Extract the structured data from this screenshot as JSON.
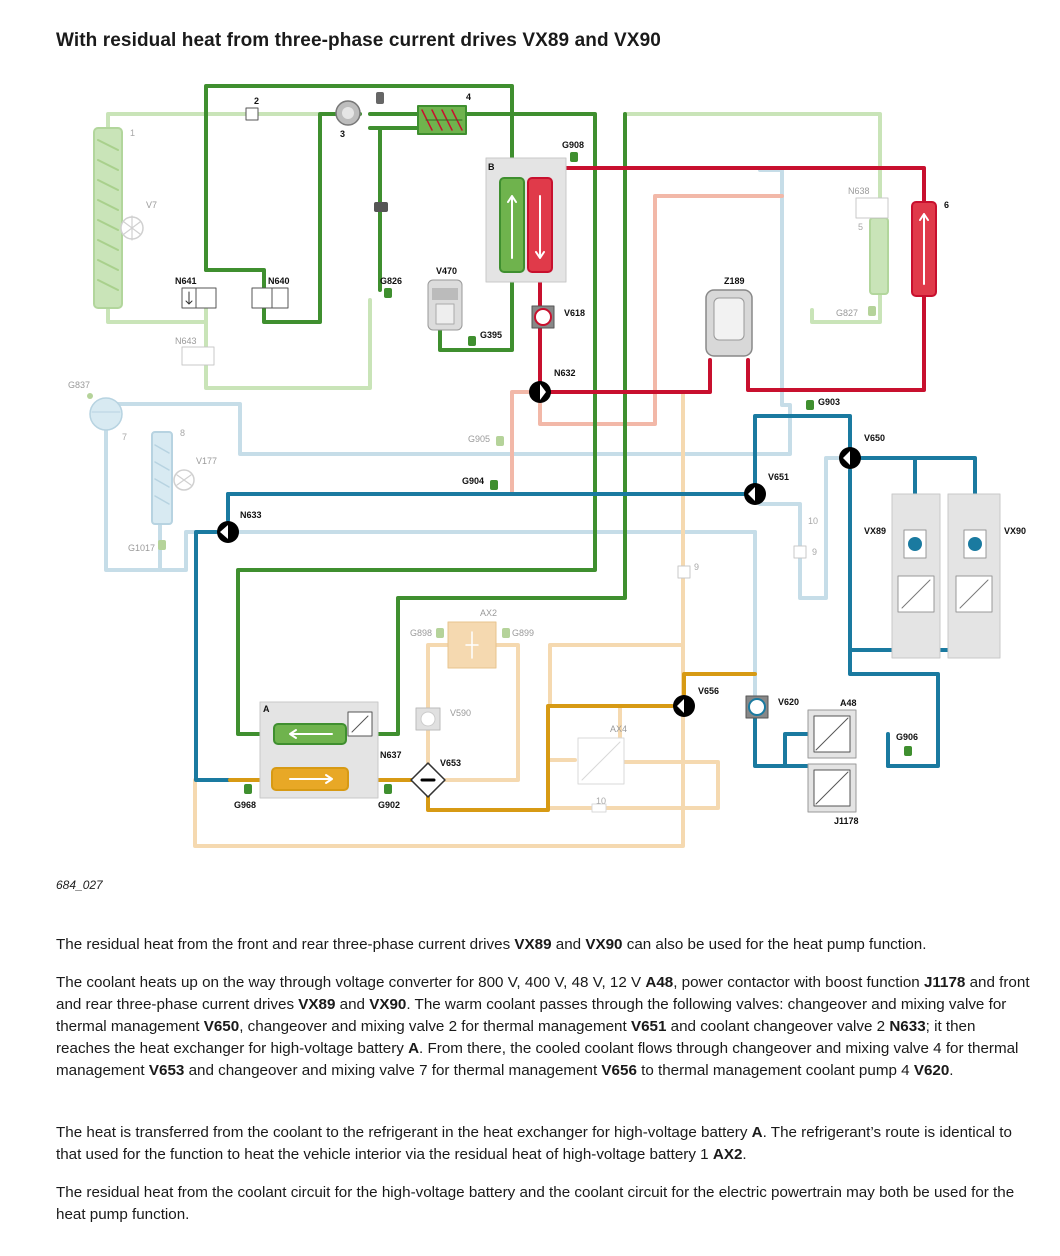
{
  "page": {
    "title": "With residual heat from three-phase current drives VX89 and VX90",
    "figure_ref": "684_027"
  },
  "diagram": {
    "labels": {
      "n1": "1",
      "n2": "2",
      "n3": "3",
      "n4": "4",
      "n5": "5",
      "n6": "6",
      "n7": "7",
      "n8": "8",
      "n9a": "9",
      "n9b": "9",
      "n10a": "10",
      "n10b": "10",
      "B": "B",
      "A": "A",
      "V7": "V7",
      "V177": "V177",
      "G837": "G837",
      "G1017": "G1017",
      "N641": "N641",
      "N640": "N640",
      "N643": "N643",
      "G826": "G826",
      "V470": "V470",
      "G395": "G395",
      "G908": "G908",
      "V618": "V618",
      "N632": "N632",
      "N638": "N638",
      "G827": "G827",
      "Z189": "Z189",
      "G903": "G903",
      "V650": "V650",
      "V651": "V651",
      "G905": "G905",
      "G904": "G904",
      "N633": "N633",
      "VX89": "VX89",
      "VX90": "VX90",
      "AX2": "AX2",
      "G898": "G898",
      "G899": "G899",
      "V590": "V590",
      "AX4": "AX4",
      "N637": "N637",
      "V653": "V653",
      "V656": "V656",
      "V620": "V620",
      "A48": "A48",
      "G906": "G906",
      "J1178": "J1178",
      "G968": "G968",
      "G902": "G902"
    }
  },
  "text": {
    "p1": [
      {
        "t": "The residual heat from the front and rear three-phase current drives "
      },
      {
        "t": "VX89",
        "b": true
      },
      {
        "t": " and "
      },
      {
        "t": "VX90",
        "b": true
      },
      {
        "t": " can also be used for the heat pump function."
      }
    ],
    "p2": [
      {
        "t": "The coolant heats up on the way through voltage converter for 800 V, 400 V, 48 V, 12 V "
      },
      {
        "t": "A48",
        "b": true
      },
      {
        "t": ", power contactor with boost function "
      },
      {
        "t": "J1178",
        "b": true
      },
      {
        "t": " and front and rear three-phase current drives "
      },
      {
        "t": "VX89",
        "b": true
      },
      {
        "t": " and "
      },
      {
        "t": "VX90",
        "b": true
      },
      {
        "t": ". The warm coolant passes through the following valves: changeover and mixing valve for thermal management "
      },
      {
        "t": "V650",
        "b": true
      },
      {
        "t": ", changeover and mixing valve 2 for thermal management "
      },
      {
        "t": "V651",
        "b": true
      },
      {
        "t": " and coolant changeover valve 2 "
      },
      {
        "t": "N633",
        "b": true
      },
      {
        "t": "; it then reaches the heat exchanger for high-voltage battery "
      },
      {
        "t": "A",
        "b": true
      },
      {
        "t": ". From there, the cooled coolant flows through changeover and mixing valve 4 for thermal management "
      },
      {
        "t": "V653",
        "b": true
      },
      {
        "t": " and changeover and mixing valve 7 for thermal man­agement "
      },
      {
        "t": "V656",
        "b": true
      },
      {
        "t": " to thermal management coolant pump 4 "
      },
      {
        "t": "V620",
        "b": true
      },
      {
        "t": "."
      }
    ],
    "p3": [
      {
        "t": "The heat is transferred from the coolant to the refrigerant in the heat exchanger for high-voltage battery "
      },
      {
        "t": "A",
        "b": true
      },
      {
        "t": ". The refrigerant’s route is identical to that used for the function to heat the vehicle interior via the residual heat of high-voltage battery 1 "
      },
      {
        "t": "AX2",
        "b": true
      },
      {
        "t": "."
      }
    ],
    "p4": [
      {
        "t": "The residual heat from the coolant circuit for the high-voltage battery and the coolant circuit for the electric powertrain may both be used for the heat pump function."
      }
    ]
  },
  "colors": {
    "green": "#3f8f2f",
    "green_light": "#c9e4b8",
    "red": "#c8102e",
    "red_light": "#f2b8a8",
    "blue": "#1a7aa0",
    "blue_light": "#c6dde8",
    "orange": "#d79a14",
    "orange_light": "#f5d9b0",
    "grey_box": "#e4e4e4"
  }
}
